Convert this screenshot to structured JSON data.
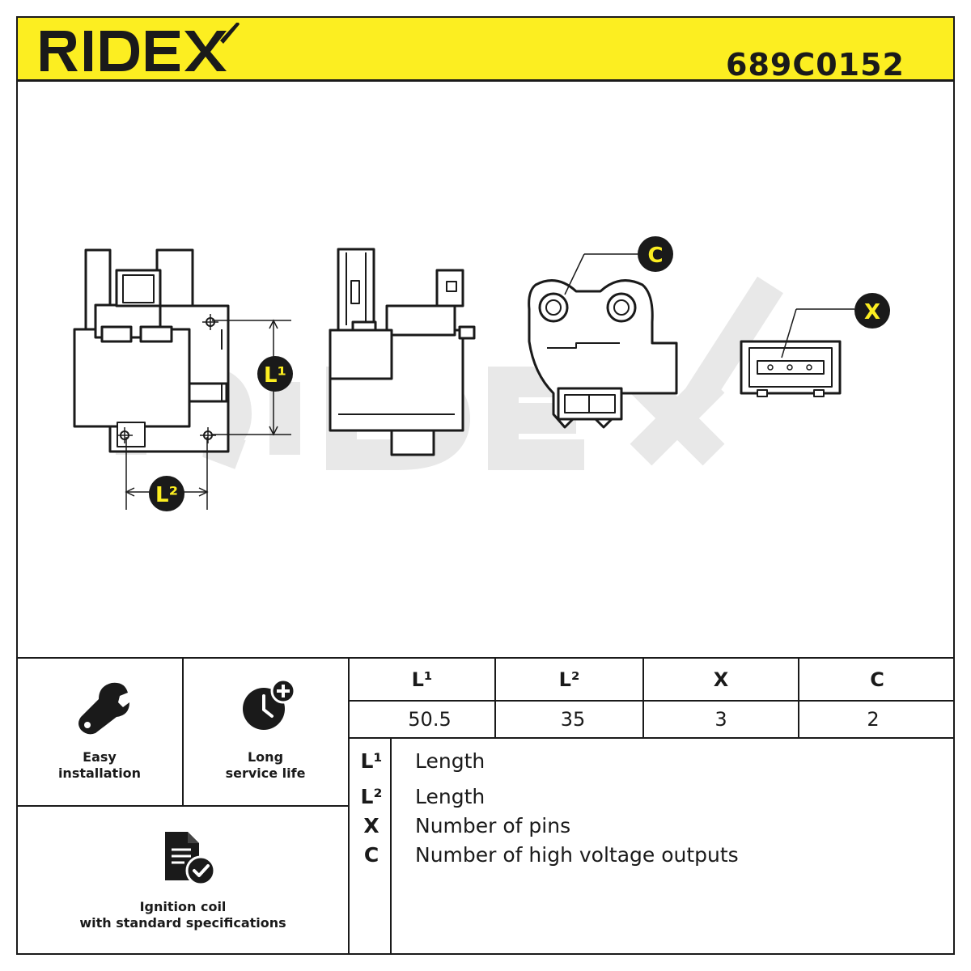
{
  "header": {
    "brand": "RIDEX",
    "part_number": "689C0152",
    "accent_color": "#fcee21"
  },
  "drawing": {
    "watermark": "RIDEX",
    "dimension_badges": {
      "l1": "L¹",
      "l2": "L²",
      "c": "C",
      "x": "X"
    }
  },
  "features": [
    {
      "icon": "wrench-icon",
      "label_line1": "Easy",
      "label_line2": "installation"
    },
    {
      "icon": "clock-plus-icon",
      "label_line1": "Long",
      "label_line2": "service life"
    },
    {
      "icon": "document-check-icon",
      "label_line1": "Ignition coil",
      "label_line2": "with standard specifications"
    }
  ],
  "specs": {
    "headers": [
      "L¹",
      "L²",
      "X",
      "C"
    ],
    "values": [
      "50.5",
      "35",
      "3",
      "2"
    ]
  },
  "legend": [
    {
      "key": "L¹",
      "text": "Length"
    },
    {
      "key": "L²",
      "text": "Length"
    },
    {
      "key": "X",
      "text": "Number of pins"
    },
    {
      "key": "C",
      "text": "Number of high voltage outputs"
    }
  ]
}
